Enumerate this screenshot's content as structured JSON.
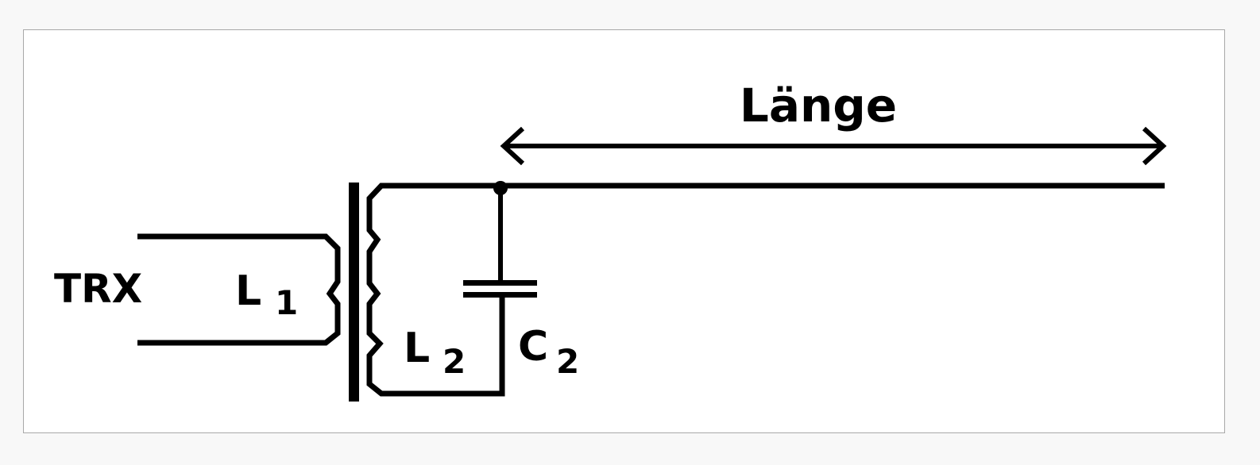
{
  "labels": {
    "length": "Länge",
    "trx": "TRX",
    "l1": "L",
    "l1_sub": "1",
    "l2": "L",
    "l2_sub": "2",
    "c2": "C",
    "c2_sub": "2"
  },
  "colors": {
    "line": "#000000",
    "background": "#ffffff",
    "page": "#f8f8f8"
  }
}
